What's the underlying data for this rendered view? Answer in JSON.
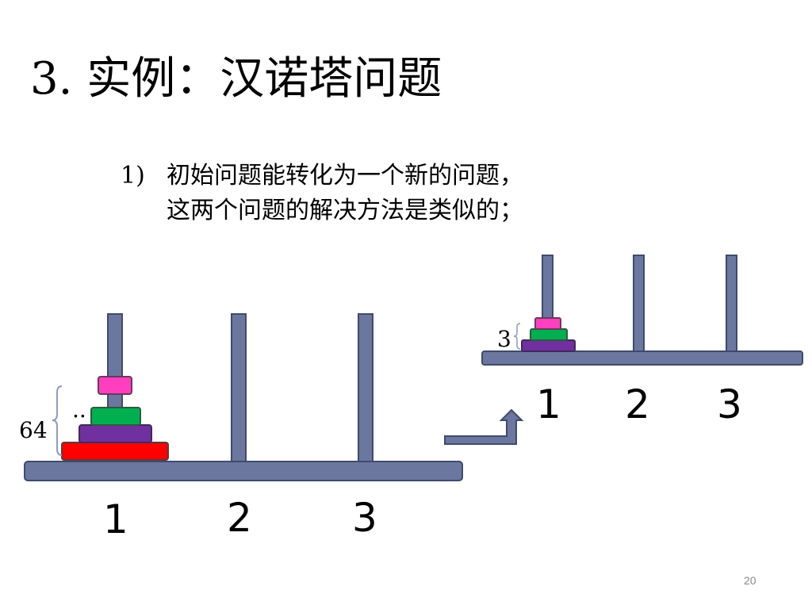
{
  "slide": {
    "title": "3. 实例：汉诺塔问题",
    "bullet_number": "1)",
    "bullet_line1": "初始问题能转化为一个新的问题，",
    "bullet_line2": "这两个问题的解决方法是类似的；",
    "page_number": "20"
  },
  "large_tower": {
    "disk_count_label": "64",
    "ellipsis": "..",
    "peg_labels": [
      "1",
      "2",
      "3"
    ],
    "disk_colors": [
      "#ff0000",
      "#7030a0",
      "#00b050",
      "#ff3fbf"
    ]
  },
  "small_tower": {
    "disk_count_label": "3",
    "peg_labels": [
      "1",
      "2",
      "3"
    ],
    "disk_colors": [
      "#7030a0",
      "#00b050",
      "#ff3fbf"
    ]
  },
  "colors": {
    "peg": "#6b779f",
    "peg_border": "#3f4a6e",
    "bracket": "#8e9ac0"
  }
}
